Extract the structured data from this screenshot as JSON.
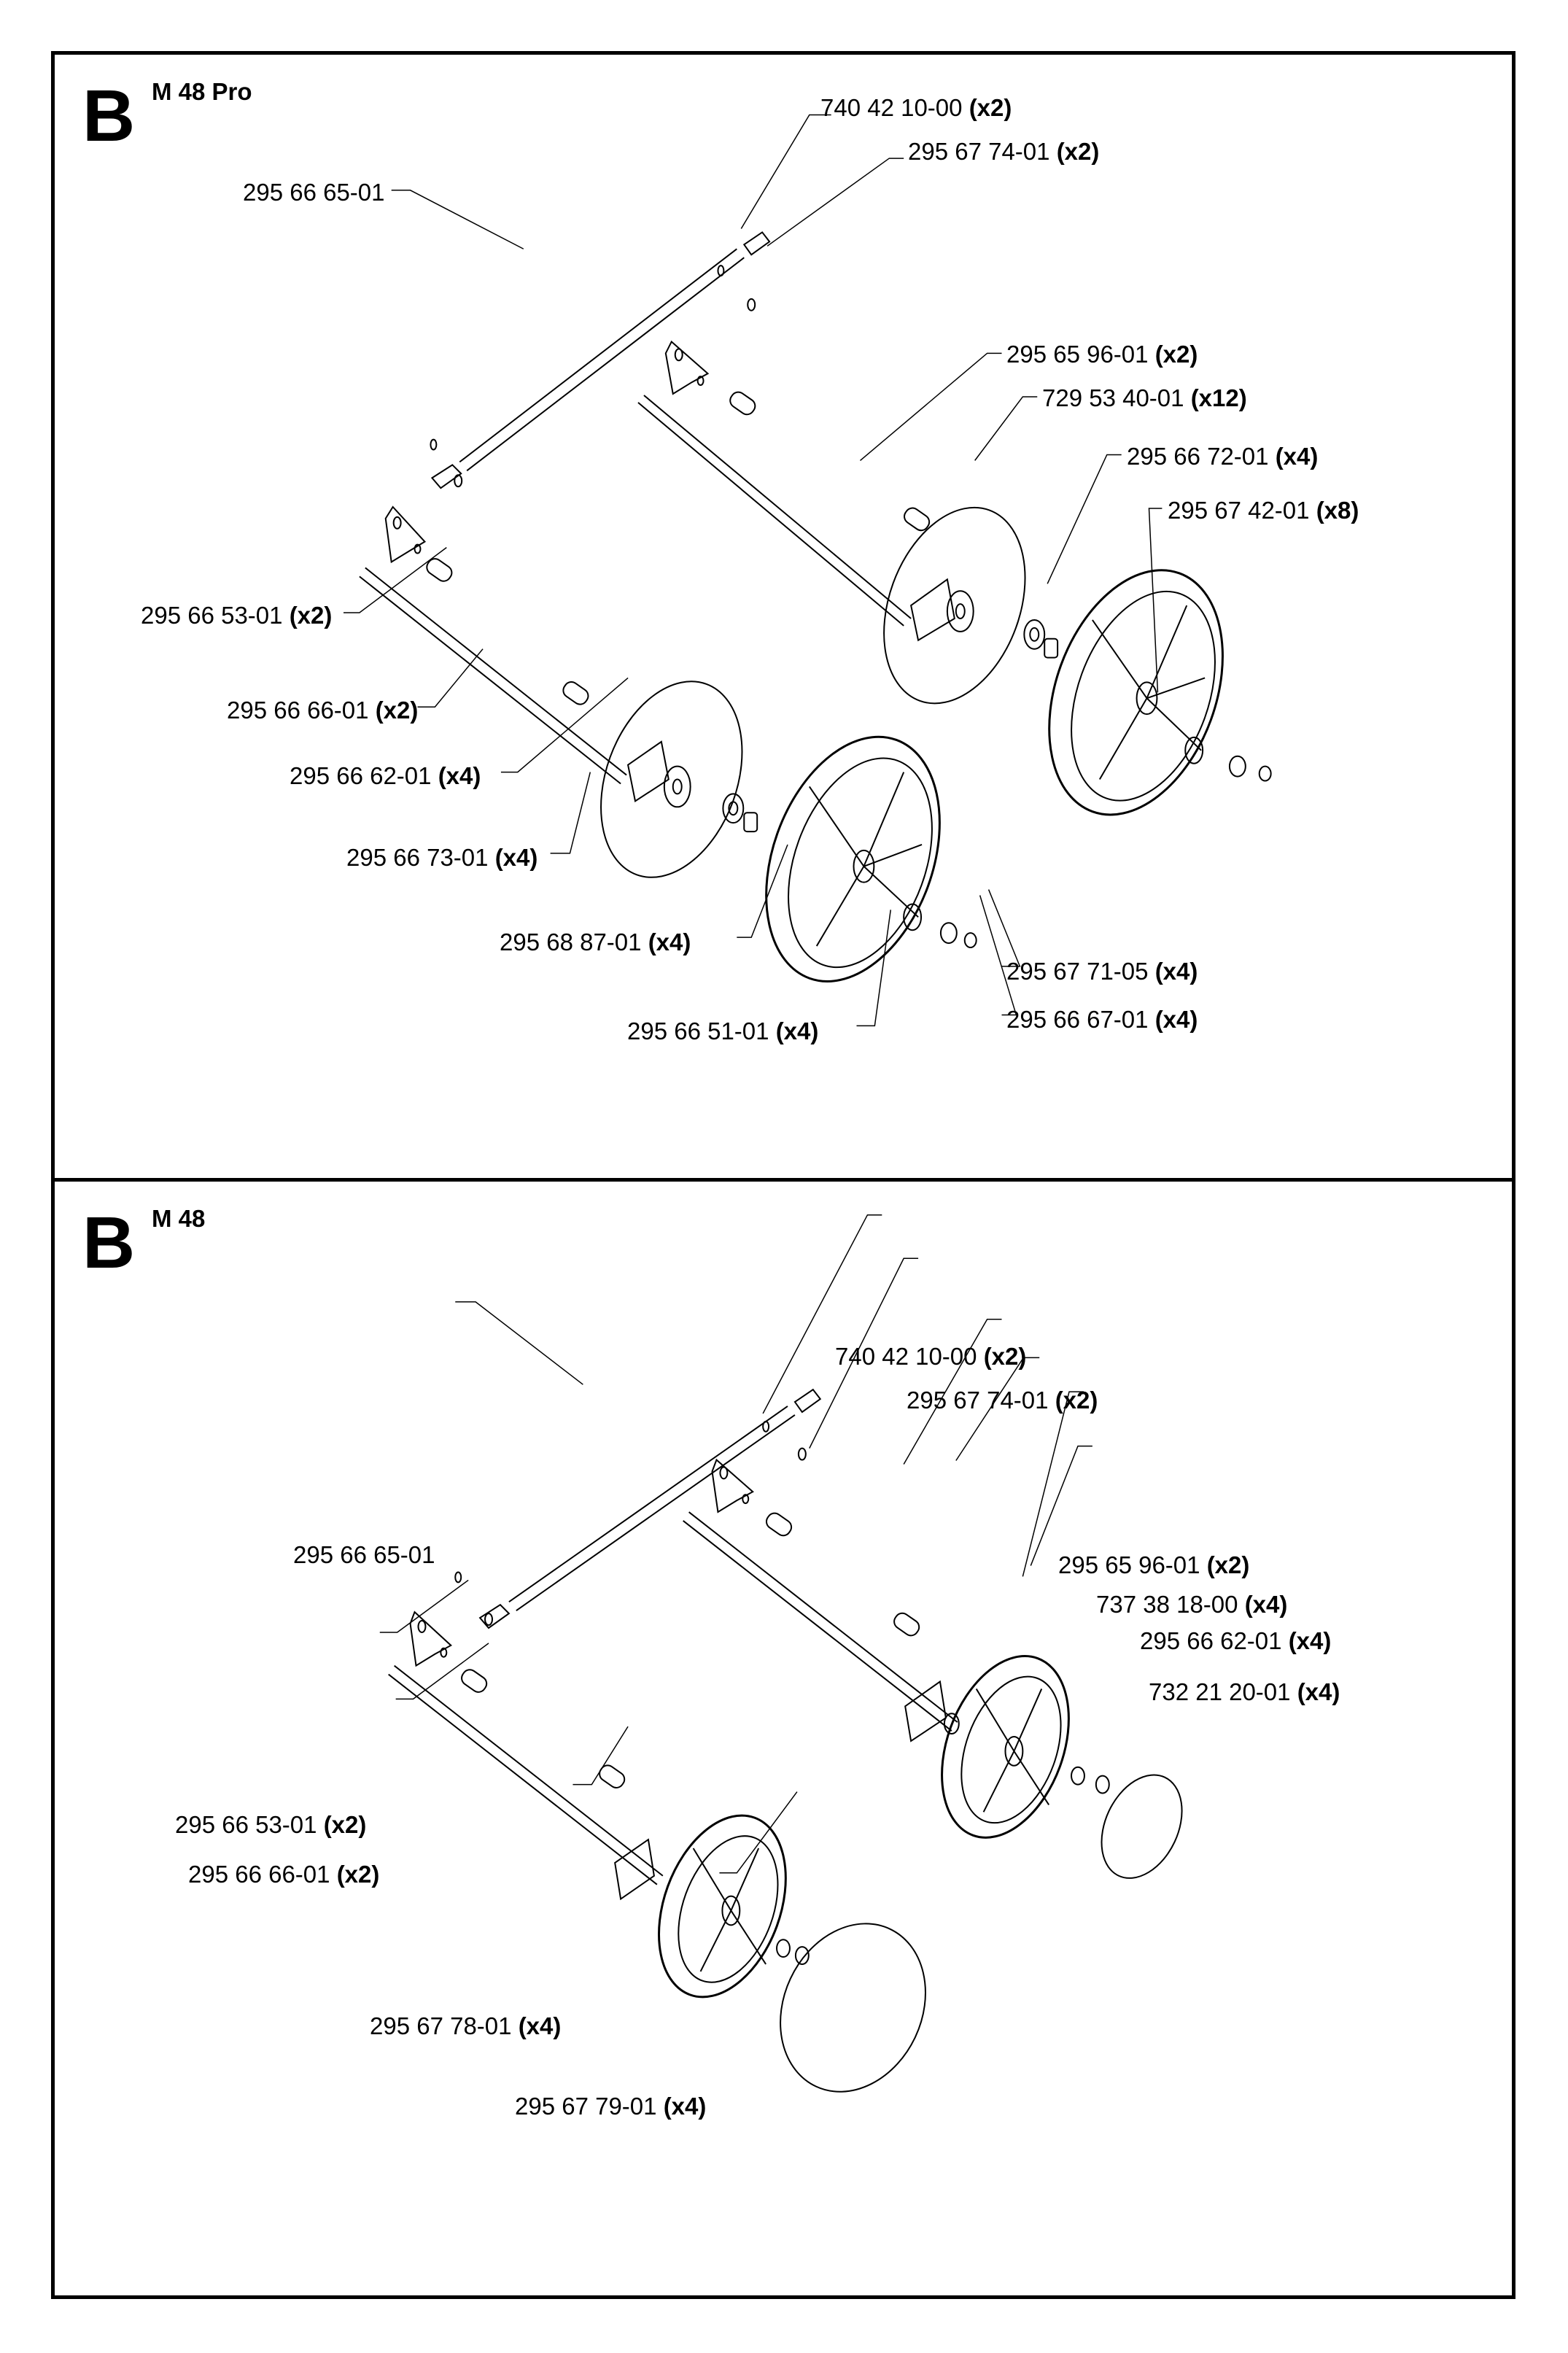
{
  "panels": [
    {
      "section": "B",
      "model": "M 48 Pro",
      "parts": [
        {
          "number": "740 42 10-00",
          "qty": "(x2)"
        },
        {
          "number": "295 67 74-01",
          "qty": "(x2)"
        },
        {
          "number": "295 66 65-01",
          "qty": ""
        },
        {
          "number": "295 65 96-01",
          "qty": "(x2)"
        },
        {
          "number": "729 53 40-01",
          "qty": "(x12)"
        },
        {
          "number": "295 66 72-01",
          "qty": "(x4)"
        },
        {
          "number": "295 67 42-01",
          "qty": "(x8)"
        },
        {
          "number": "295 66 53-01",
          "qty": "(x2)"
        },
        {
          "number": "295 66 66-01",
          "qty": "(x2)"
        },
        {
          "number": "295 66 62-01",
          "qty": "(x4)"
        },
        {
          "number": "295 66 73-01",
          "qty": "(x4)"
        },
        {
          "number": "295 68 87-01",
          "qty": "(x4)"
        },
        {
          "number": "295 67 71-05",
          "qty": "(x4)"
        },
        {
          "number": "295 66 51-01",
          "qty": "(x4)"
        },
        {
          "number": "295 66 67-01",
          "qty": "(x4)"
        }
      ]
    },
    {
      "section": "B",
      "model": "M 48",
      "parts": [
        {
          "number": "740 42 10-00",
          "qty": "(x2)"
        },
        {
          "number": "295 67 74-01",
          "qty": "(x2)"
        },
        {
          "number": "295 66 65-01",
          "qty": ""
        },
        {
          "number": "295 65 96-01",
          "qty": "(x2)"
        },
        {
          "number": "737 38 18-00",
          "qty": "(x4)"
        },
        {
          "number": "295 66 62-01",
          "qty": "(x4)"
        },
        {
          "number": "732 21 20-01",
          "qty": "(x4)"
        },
        {
          "number": "295 66 53-01",
          "qty": "(x2)"
        },
        {
          "number": "295 66 66-01",
          "qty": "(x2)"
        },
        {
          "number": "295 67 78-01",
          "qty": "(x4)"
        },
        {
          "number": "295 67 79-01",
          "qty": "(x4)"
        }
      ]
    }
  ]
}
